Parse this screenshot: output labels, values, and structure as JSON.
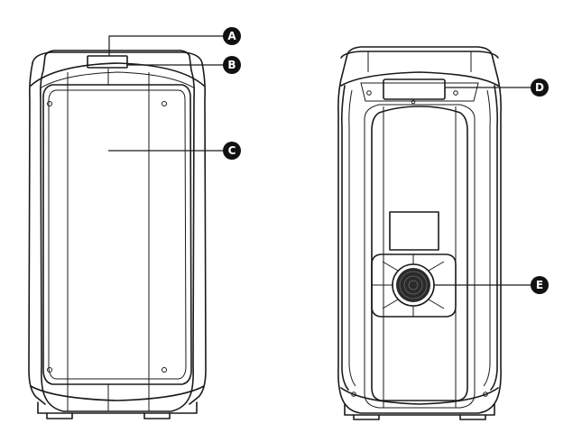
{
  "callouts": [
    {
      "id": "A",
      "label": "A"
    },
    {
      "id": "B",
      "label": "B"
    },
    {
      "id": "C",
      "label": "C"
    },
    {
      "id": "D",
      "label": "D"
    },
    {
      "id": "E",
      "label": "E"
    }
  ],
  "colors": {
    "line": "#1a1a1a",
    "badge": "#111111",
    "badge_text": "#ffffff",
    "background": "#ffffff"
  }
}
